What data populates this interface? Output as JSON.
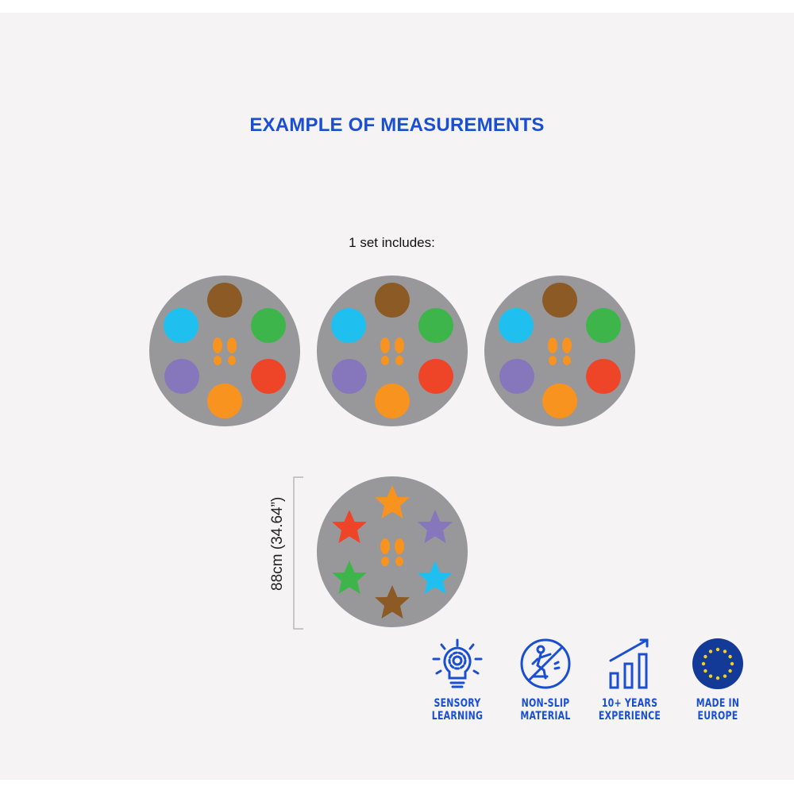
{
  "title": "EXAMPLE OF MEASUREMENTS",
  "subtitle": "1 set includes:",
  "dimension_label": "88cm (34.64”)",
  "colors": {
    "accent": "#1a4fd1",
    "mat": "#98989b",
    "brown": "#8c5a24",
    "blue": "#1fc0f0",
    "green": "#3db54a",
    "purple": "#8677bd",
    "red": "#ee4528",
    "orange": "#f7931e",
    "eu_blue": "#123a96",
    "eu_star": "#f5d31a"
  },
  "badges": [
    {
      "icon": "lightbulb-gear-icon",
      "line1": "SENSORY",
      "line2": "LEARNING"
    },
    {
      "icon": "no-slip-icon",
      "line1": "NON-SLIP",
      "line2": "MATERIAL"
    },
    {
      "icon": "growth-chart-icon",
      "line1": "10+ YEARS",
      "line2": "EXPERIENCE"
    },
    {
      "icon": "eu-flag-icon",
      "line1": "MADE IN",
      "line2": "EUROPE"
    }
  ]
}
